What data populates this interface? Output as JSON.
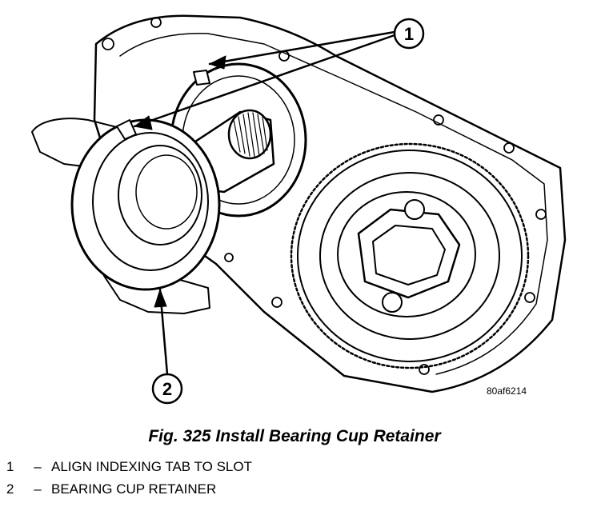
{
  "figure": {
    "caption": "Fig. 325 Install Bearing Cup Retainer",
    "id_code": "80af6214"
  },
  "callouts": [
    {
      "number": "1",
      "text": "ALIGN INDEXING TAB TO SLOT"
    },
    {
      "number": "2",
      "text": "BEARING CUP RETAINER"
    }
  ],
  "legend": [
    {
      "number": "1",
      "dash": "–",
      "text": "ALIGN INDEXING TAB TO SLOT"
    },
    {
      "number": "2",
      "dash": "–",
      "text": "BEARING CUP RETAINER"
    }
  ]
}
